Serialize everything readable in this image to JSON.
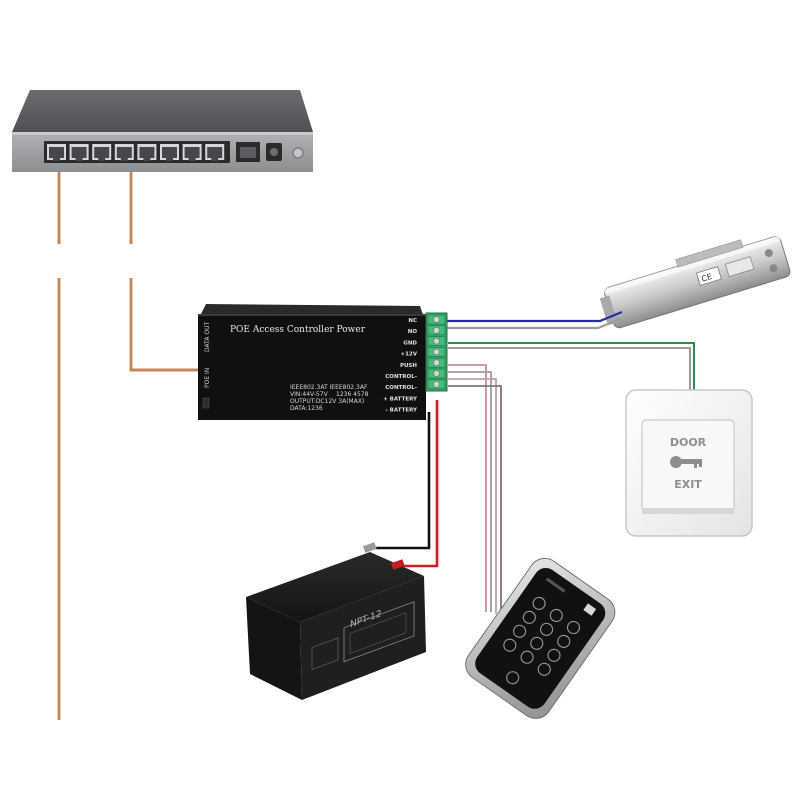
{
  "controller": {
    "title": "POE Access Controller Power",
    "side_left_label": "POE IN",
    "side_right_label": "DATA OUT",
    "spec_line_1": "IEEE802.3AT IEEE802.3AF",
    "spec_line_1b": "1236  4578",
    "spec_line_2": "VIN:44V-57V",
    "spec_line_3": "OUTPUT:DC12V  3A(MAX)",
    "spec_line_4": "DATA:1236",
    "terminals": [
      "NC",
      "NO",
      "GND",
      "+12V",
      "PUSH",
      "CONTROL-",
      "CONTROL-",
      "+ BATTERY",
      "- BATTERY"
    ]
  },
  "exit_button": {
    "top_text": "DOOR",
    "bottom_text": "EXIT"
  },
  "battery": {
    "model": "NPT-12"
  },
  "colors": {
    "ethernet_cable": "#c8875a",
    "switch_body": "#5a5c60",
    "switch_face": "#9a9c9f",
    "controller_body": "#101010",
    "terminal_green": "#3aa86a",
    "wire_red": "#d81c1c",
    "wire_black": "#111111",
    "wire_green": "#2d8a4e",
    "wire_blue": "#24309a",
    "wire_gray": "#9b9b9b",
    "wire_pink": "#c78ca2",
    "keypad_frame": "#b8bcc0",
    "keypad_face": "#111111",
    "battery_body": "#1c1c1c"
  }
}
